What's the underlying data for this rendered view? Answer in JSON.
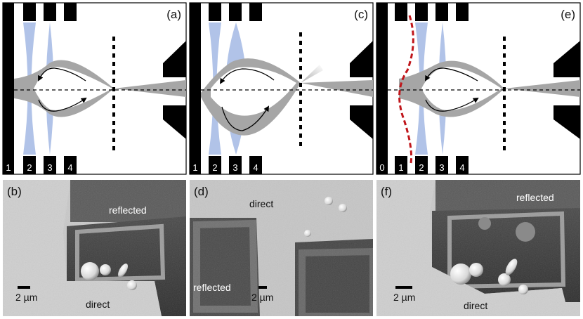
{
  "colors": {
    "beam": "#a6a6a6",
    "lens": "#a9bde6",
    "electrode": "#000000",
    "mirror_curve": "#c0161b",
    "sem_dark": "#3f3f3f",
    "sem_mesh": "#c9c9c9"
  },
  "diagrams": {
    "a": {
      "label": "(a)",
      "electrodes": [
        "1",
        "2",
        "3",
        "4"
      ]
    },
    "c": {
      "label": "(c)",
      "electrodes": [
        "1",
        "2",
        "3",
        "4"
      ]
    },
    "e": {
      "label": "(e)",
      "electrodes": [
        "0",
        "1",
        "2",
        "3",
        "4"
      ]
    }
  },
  "micrographs": {
    "b": {
      "label": "(b)",
      "reflected": "reflected",
      "direct": "direct",
      "scale": "2 µm"
    },
    "d": {
      "label": "(d)",
      "reflected": "reflected",
      "direct": "direct",
      "scale": "2 µm"
    },
    "f": {
      "label": "(f)",
      "reflected": "reflected",
      "direct": "direct",
      "scale": "2 µm"
    }
  }
}
